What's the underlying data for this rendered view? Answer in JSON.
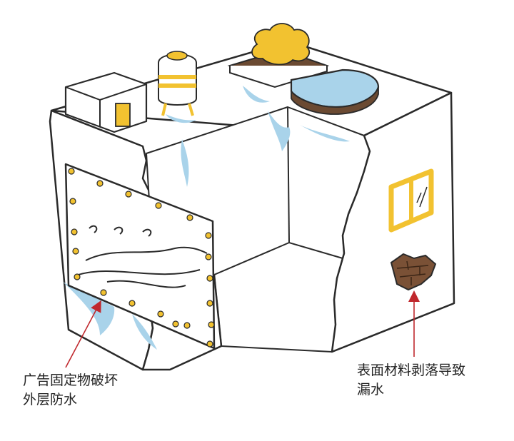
{
  "annotations": {
    "billboard": {
      "line1": "广告固定物破坏",
      "line2": "外层防水"
    },
    "surface": {
      "line1": "表面材料剥落导致",
      "line2": "漏水"
    }
  },
  "colors": {
    "outline": "#2a2a2a",
    "wall": "#ffffff",
    "water": "#a9d3ea",
    "yellow": "#f2c230",
    "soil": "#6b4a32",
    "brick": "#7a5136",
    "arrow": "#c0282d"
  }
}
